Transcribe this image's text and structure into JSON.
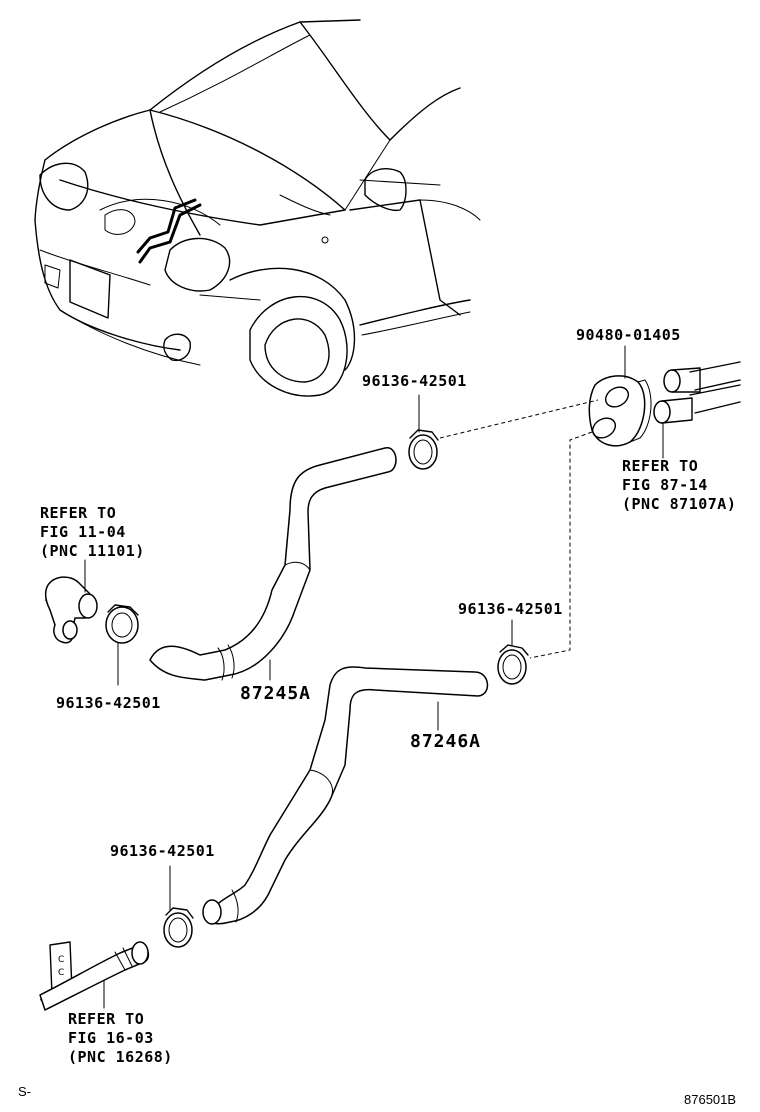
{
  "labels": {
    "grommet_part": "90480-01405",
    "clamp_top": "96136-42501",
    "clamp_right": "96136-42501",
    "clamp_left": "96136-42501",
    "clamp_bottom": "96136-42501",
    "hose_a": "87245A",
    "hose_b": "87246A",
    "refer_left_1": "REFER TO",
    "refer_left_2": "FIG 11-04",
    "refer_left_3": "(PNC 11101)",
    "refer_right_1": "REFER TO",
    "refer_right_2": "FIG 87-14",
    "refer_right_3": "(PNC 87107A)",
    "refer_bottom_1": "REFER TO",
    "refer_bottom_2": "FIG 16-03",
    "refer_bottom_3": "(PNC 16268)",
    "corner_left": "S-",
    "corner_right": "876501B"
  }
}
